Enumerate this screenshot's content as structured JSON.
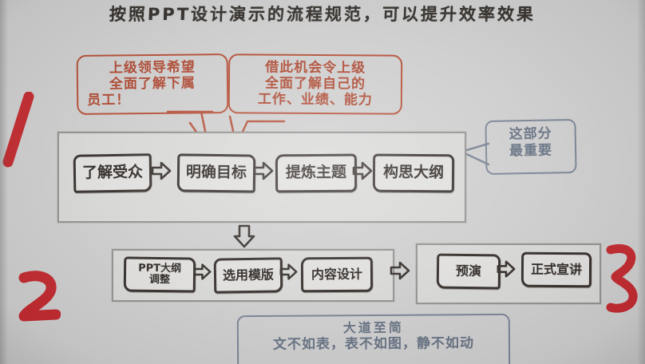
{
  "title": "按照PPT设计演示的流程规范，可以提升效率效果",
  "flow": {
    "phase1": {
      "nodes": [
        "了解受众",
        "明确目标",
        "提炼主题",
        "构思大纲"
      ],
      "arrow_glyph": "arrow-right-hollow"
    },
    "phase2": {
      "nodes": [
        "PPT大纲\n调整",
        "选用模版",
        "内容设计"
      ],
      "node_adjust_line1": "PPT大纲",
      "node_adjust_line2": "调整",
      "node_template": "选用模版",
      "node_content": "内容设计"
    },
    "phase3": {
      "nodes": [
        "预演",
        "正式宣讲"
      ],
      "node_rehearse": "预演",
      "node_present": "正式宣讲"
    },
    "down_arrow_glyph": "arrow-down-hollow"
  },
  "annotations": {
    "red": [
      {
        "id": "superior-expectation",
        "lines": [
          "上级领导希望",
          "全面了解下属",
          "员工！"
        ],
        "color": "#a93f27"
      },
      {
        "id": "self-showcase",
        "lines": [
          "借此机会令上级",
          "全面了解自己的",
          "工作、业绩、能力"
        ],
        "color": "#a93f27"
      }
    ],
    "blue": [
      {
        "id": "most-important",
        "lines": [
          "这部分",
          "最重要"
        ],
        "color": "#5e6a7c"
      },
      {
        "id": "simplicity-principle",
        "lines": [
          "大道至简",
          "文不如表，表不如图，静不如动"
        ],
        "color": "#5e6a7c"
      }
    ]
  },
  "markers": {
    "red_numbers": [
      "1",
      "2",
      "3"
    ],
    "color": "#bf2026"
  },
  "colors": {
    "background": "#cbcbcb",
    "group_fill": "#d5d5d3",
    "group_border": "#8e8d8a",
    "ink": "#2b2420",
    "red_ink": "#a93f27",
    "blue_ink": "#5e6a7c",
    "marker_red": "#bf2026"
  }
}
